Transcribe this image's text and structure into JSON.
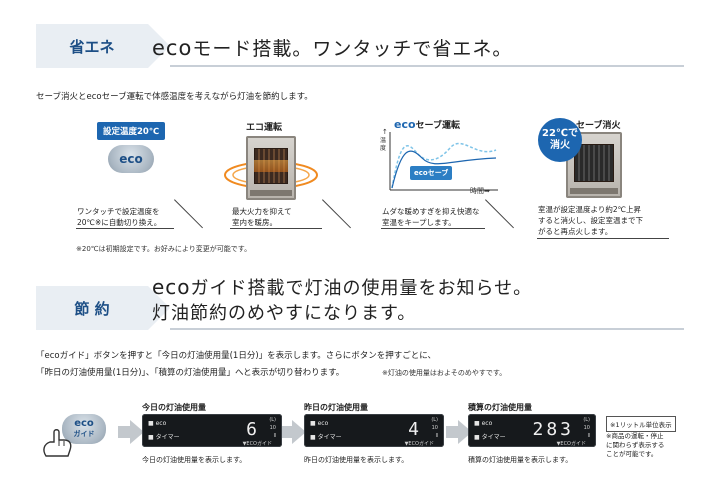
{
  "section1": {
    "tag": "省エネ",
    "title_eco": "eco",
    "title_rest": "モード搭載。ワンタッチで省エネ。",
    "description": "セーブ消火とecoセーブ運転で体感温度を考えながら灯油を節約します。",
    "features": [
      {
        "badge": "設定温度20℃",
        "button_label": "eco",
        "desc_line1": "ワンタッチで設定温度を",
        "desc_line2": "20℃※に自動切り換え。"
      },
      {
        "title": "エコ運転",
        "desc_line1": "最大火力を抑えて",
        "desc_line2": "室内を暖房。"
      },
      {
        "title_eco": "eco",
        "title_rest": "セーブ運転",
        "axis_y": "温度",
        "axis_y_arrow": "↑",
        "axis_x": "時間",
        "axis_x_arrow": "➡",
        "graph_badge": "ecoセーブ",
        "desc_line1": "ムダな暖めすぎを抑え快適な",
        "desc_line2": "室温をキープします。"
      },
      {
        "circle_line1": "22℃で",
        "circle_line2": "消火",
        "title": "セーブ消火",
        "desc_line1": "室温が設定温度より約2℃上昇",
        "desc_line2": "すると消火し、設定室温まで下",
        "desc_line3": "がると再点火します。"
      }
    ],
    "footnote": "※20℃は初期設定です。お好みにより変更が可能です。"
  },
  "section2": {
    "tag": "節 約",
    "title_line1_eco": "eco",
    "title_line1_rest": "ガイド搭載で灯油の使用量をお知らせ。",
    "title_line2": "灯油節約のめやすになります。",
    "desc_line1": "「ecoガイド」ボタンを押すと「今日の灯油使用量(1日分)」を表示します。さらにボタンを押すごとに、",
    "desc_line2": "「昨日の灯油使用量(1日分)」、「積算の灯油使用量」へと表示が切り替わります。",
    "desc_note": "※灯油の使用量はおよそのめやすです。",
    "guide_button_line1": "eco",
    "guide_button_line2": "ガイド",
    "displays": [
      {
        "title": "今日の灯油使用量",
        "value": "6",
        "caption": "今日の灯油使用量を表示します。"
      },
      {
        "title": "昨日の灯油使用量",
        "value": "4",
        "caption": "昨日の灯油使用量を表示します。"
      },
      {
        "title": "積算の灯油使用量",
        "value": "283",
        "caption": "積算の灯油使用量を表示します。"
      }
    ],
    "lcd_label_eco": "■ eco",
    "lcd_label_timer": "■ タイマー",
    "lcd_unit_top": "(L)",
    "lcd_unit_mid": "10",
    "lcd_unit_bot": "Ⅱ",
    "lcd_foot": "▼ECOガイド",
    "note_box": "※1リットル単位表示",
    "note_line1": "※商品の運転・停止",
    "note_line2": "に関わらず表示する",
    "note_line3": "ことが可能です。"
  }
}
